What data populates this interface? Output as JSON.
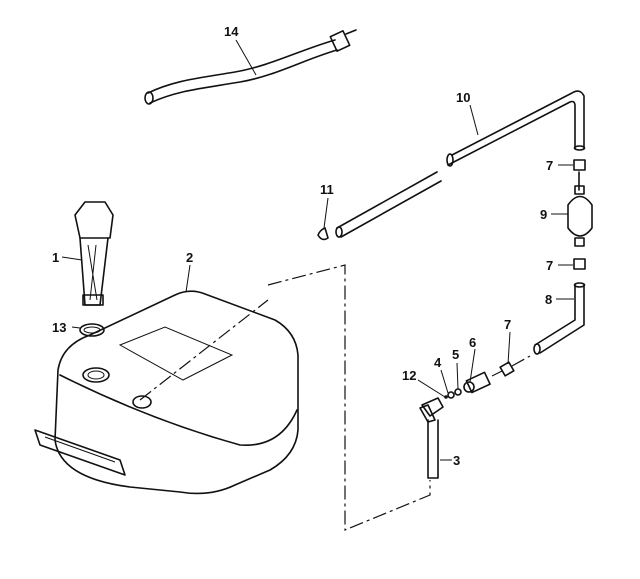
{
  "diagram": {
    "title": "Fuel tank and fuel line exploded parts view",
    "callouts": [
      "14",
      "10",
      "7",
      "11",
      "9",
      "7",
      "1",
      "2",
      "8",
      "13",
      "7",
      "4",
      "5",
      "6",
      "12",
      "3"
    ]
  }
}
